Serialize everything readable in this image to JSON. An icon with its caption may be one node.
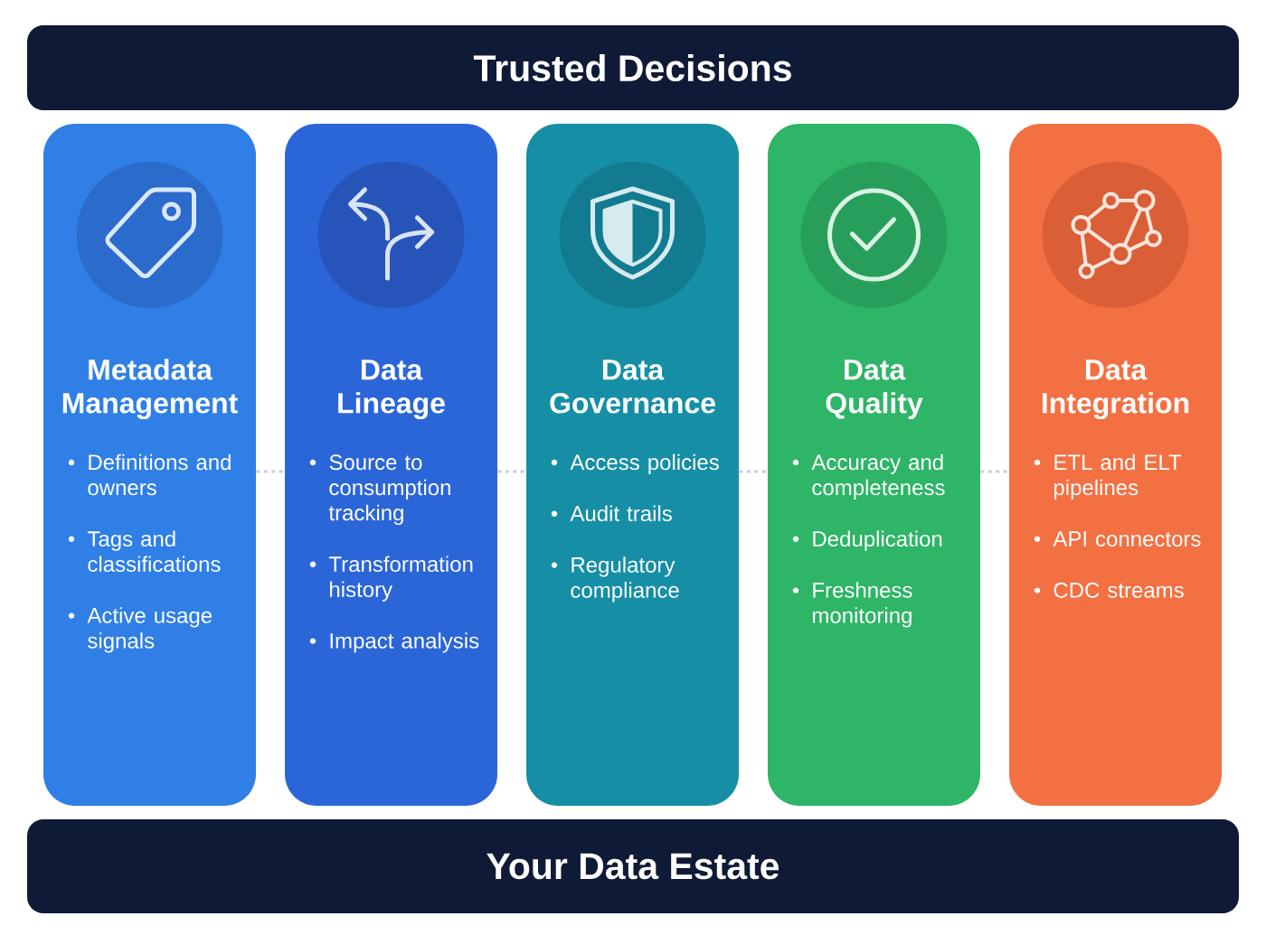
{
  "diagram": {
    "nodes": [
      {
        "text": [
          "Trusted Decisions"
        ]
      },
      {
        "text": [
          "Metadata Management",
          "Definitions and owners",
          "Tags and classifications",
          "Active usage signals"
        ]
      },
      {
        "text": [
          "Data Lineage",
          "Source to consumption tracking",
          "Transformation history",
          "Impact analysis"
        ]
      },
      {
        "text": [
          "Data Governance",
          "Access policies",
          "Audit trails",
          "Regulatory compliance"
        ]
      },
      {
        "text": [
          "Data Quality",
          "Accuracy and completeness",
          "Deduplication",
          "Freshness monitoring"
        ]
      },
      {
        "text": [
          "Data Integration",
          "ETL and ELT pipelines",
          "API connectors",
          "CDC streams"
        ]
      },
      {
        "text": [
          "Your Data Estate"
        ]
      }
    ],
    "edges": [
      {
        "from": 1,
        "to": 2,
        "arrow": "none",
        "style": "dashed"
      },
      {
        "from": 2,
        "to": 3,
        "arrow": "none",
        "style": "dashed"
      },
      {
        "from": 3,
        "to": 4,
        "arrow": "none",
        "style": "dashed"
      },
      {
        "from": 4,
        "to": 5,
        "arrow": "none",
        "style": "dashed"
      }
    ]
  }
}
